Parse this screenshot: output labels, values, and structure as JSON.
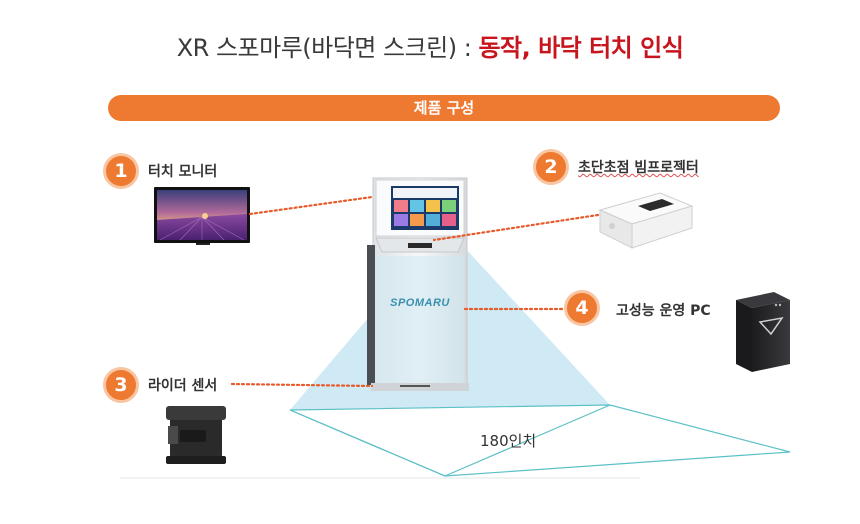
{
  "title": {
    "part1": "XR 스포마루(바닥면 스크린) : ",
    "part2": "동작, 바닥 터치 인식"
  },
  "banner": "제품 구성",
  "components": [
    {
      "number": "1",
      "label": "터치 모니터"
    },
    {
      "number": "2",
      "label": "초단초점 빔프로젝터"
    },
    {
      "number": "3",
      "label": "라이더 센서"
    },
    {
      "number": "4",
      "label": "고성능 운영 PC"
    }
  ],
  "kiosk_brand": "SPOMARU",
  "floor_label": "180인치",
  "colors": {
    "accent": "#ee7a32",
    "title_red": "#c8141c",
    "leader_dots": "#e85a2a",
    "projection": "#bfe3f0",
    "floor_outline": "#5cc0c6"
  }
}
